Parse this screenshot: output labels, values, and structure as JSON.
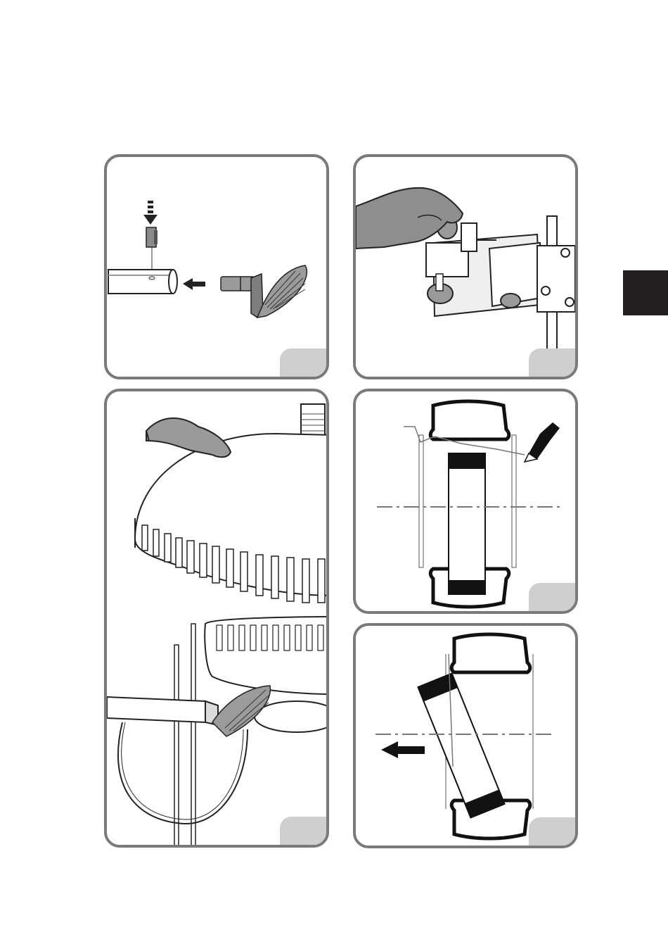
{
  "page": {
    "background": "#ffffff",
    "panel_border_color": "#7a7a7a",
    "badge_color": "#cfcfcf",
    "side_tab_color": "#231f20"
  },
  "figures": [
    {
      "id": "fig-1",
      "depicts": "",
      "badge_label": ""
    },
    {
      "id": "fig-2",
      "depicts": "",
      "badge_label": ""
    },
    {
      "id": "fig-3",
      "depicts": "",
      "badge_label": ""
    },
    {
      "id": "fig-4",
      "depicts": "",
      "badge_label": ""
    },
    {
      "id": "fig-5",
      "depicts": "",
      "badge_label": ""
    }
  ]
}
